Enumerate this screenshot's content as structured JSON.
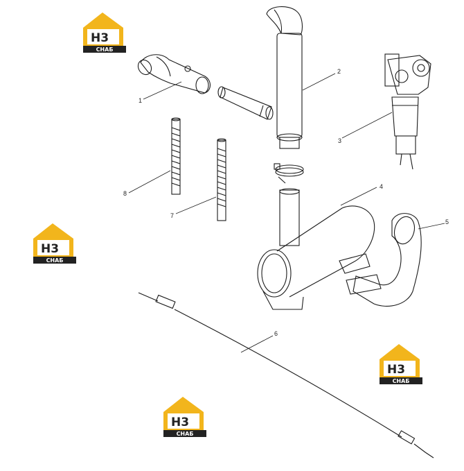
{
  "diagram": {
    "callouts": [
      {
        "id": "1",
        "label": "1"
      },
      {
        "id": "2",
        "label": "2"
      },
      {
        "id": "3",
        "label": "3"
      },
      {
        "id": "4",
        "label": "4"
      },
      {
        "id": "5",
        "label": "5"
      },
      {
        "id": "6",
        "label": "6"
      },
      {
        "id": "7",
        "label": "7"
      },
      {
        "id": "8",
        "label": "8"
      }
    ]
  },
  "watermark": {
    "logo_mark": "H3",
    "logo_text": "СНАБ"
  },
  "colors": {
    "logo_yellow": "#f2b51c",
    "line": "#1a1a1a",
    "logo_dark": "#222222"
  }
}
